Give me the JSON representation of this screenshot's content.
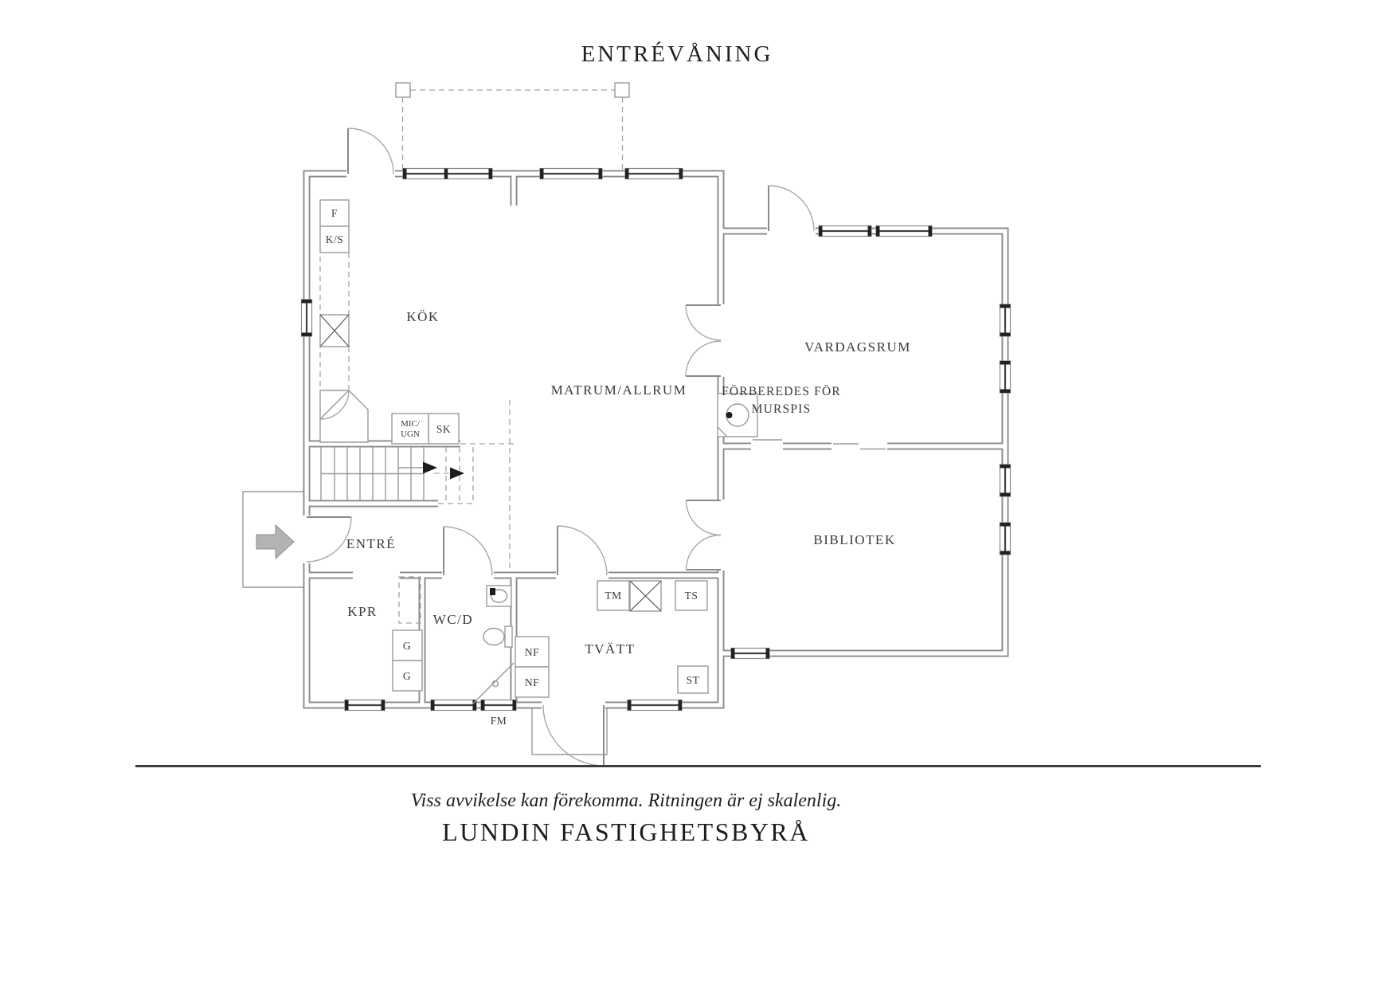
{
  "title": "ENTRÉVÅNING",
  "floor_plan": {
    "rooms": {
      "kok": "KÖK",
      "matrum": "MATRUM/ALLRUM",
      "vardagsrum": "VARDAGSRUM",
      "murspis_line1": "FÖRBEREDES FÖR",
      "murspis_line2": "MURSPIS",
      "bibliotek": "BIBLIOTEK",
      "entre": "ENTRÉ",
      "kpr": "KPR",
      "wcd": "WC/D",
      "tvatt": "TVÄTT"
    },
    "fixtures": {
      "f": "F",
      "ks": "K/S",
      "mic_line1": "MIC/",
      "mic_line2": "UGN",
      "sk": "SK",
      "g_upper": "G",
      "g_lower": "G",
      "nf_upper": "NF",
      "nf_lower": "NF",
      "fm": "FM",
      "tm": "TM",
      "ts": "TS",
      "st": "ST"
    }
  },
  "footer": {
    "disclaimer": "Viss avvikelse kan förekomma. Ritningen är ej skalenlig.",
    "brand": "LUNDIN FASTIGHETSBYRÅ"
  },
  "colors": {
    "ink": "#3a3a3a",
    "wall": "#8a8a8a",
    "entry_arrow": "#b3b3b3"
  }
}
